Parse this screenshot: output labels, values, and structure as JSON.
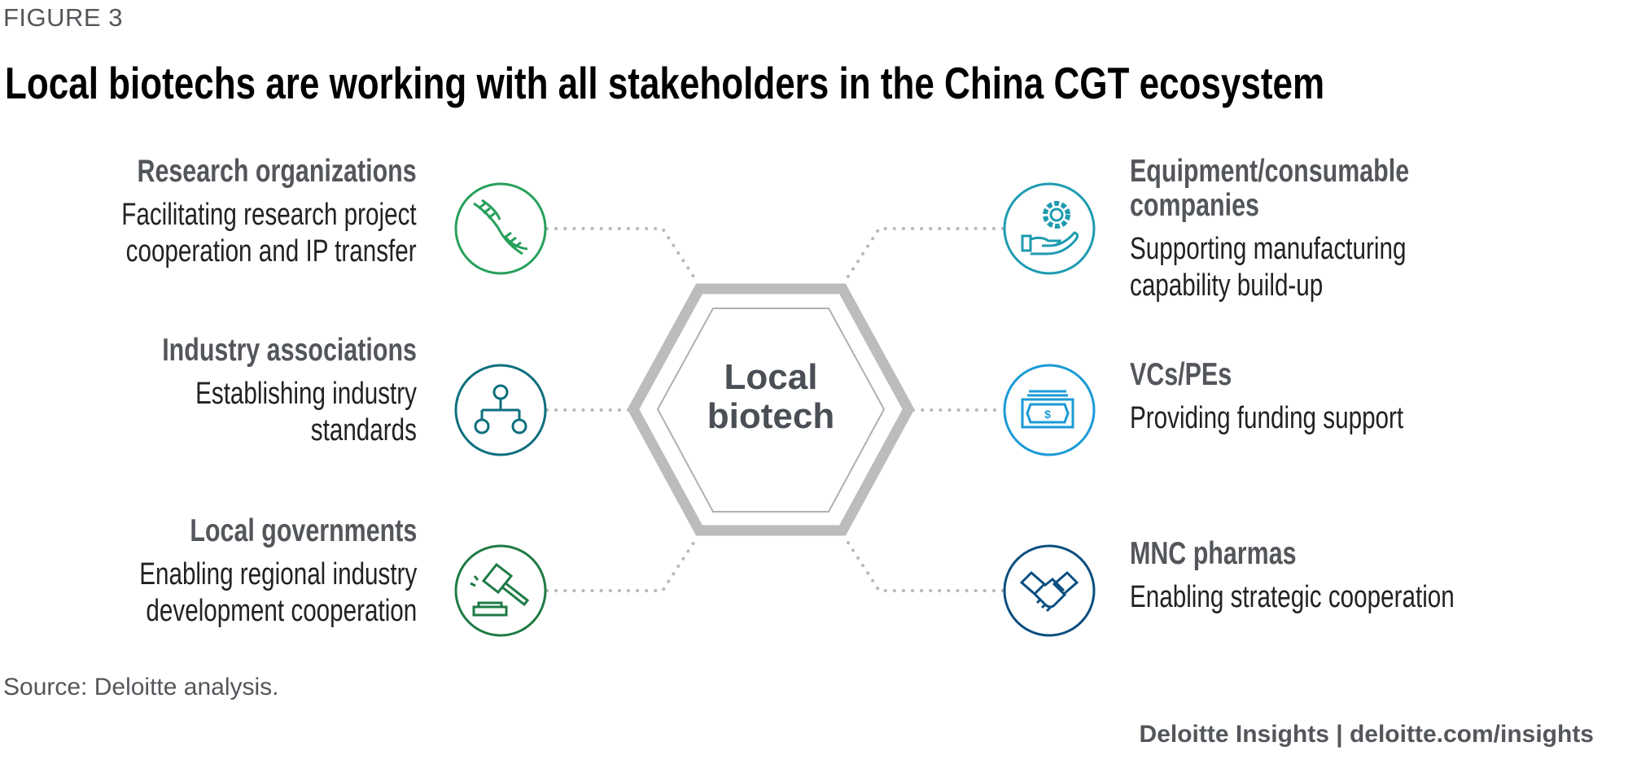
{
  "figure_label": "FIGURE 3",
  "title": "Local biotechs are working with all stakeholders in the China CGT ecosystem",
  "center": {
    "line1": "Local",
    "line2": "biotech"
  },
  "left": [
    {
      "heading": "Research organizations",
      "body": [
        "Facilitating research project",
        "cooperation and IP transfer"
      ],
      "icon": "dna-icon",
      "color": "#26a05a"
    },
    {
      "heading": "Industry associations",
      "body": [
        "Establishing industry",
        "standards"
      ],
      "icon": "hierarchy-icon",
      "color": "#0d6f7e"
    },
    {
      "heading": "Local governments",
      "body": [
        "Enabling regional industry",
        "development cooperation"
      ],
      "icon": "gavel-icon",
      "color": "#1e7b45"
    }
  ],
  "right": [
    {
      "heading": [
        "Equipment/consumable",
        "companies"
      ],
      "body": [
        "Supporting manufacturing",
        "capability build-up"
      ],
      "icon": "hand-gear-icon",
      "color": "#1e9bb0"
    },
    {
      "heading": "VCs/PEs",
      "body": [
        "Providing funding support"
      ],
      "icon": "money-icon",
      "color": "#1a9ad6"
    },
    {
      "heading": "MNC pharmas",
      "body": [
        "Enabling strategic cooperation"
      ],
      "icon": "handshake-icon",
      "color": "#0b4e80"
    }
  ],
  "source": "Source: Deloitte analysis.",
  "footer": "Deloitte Insights | deloitte.com/insights"
}
